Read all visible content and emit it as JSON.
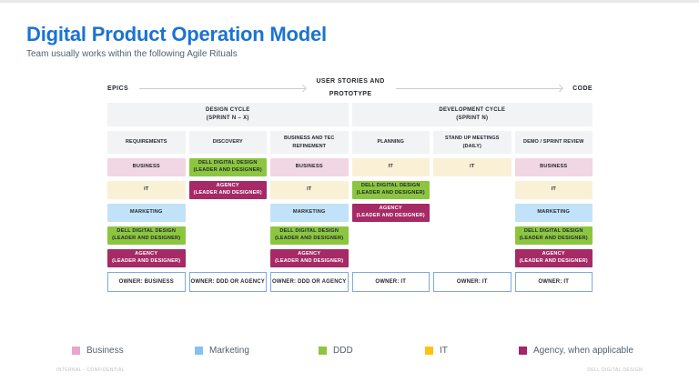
{
  "page": {
    "title": "Digital Product Operation Model",
    "subtitle": "Team usually works within the following Agile Rituals",
    "footer_left": "INTERNAL - CONFIDENTIAL",
    "footer_right": "DELL DIGITAL DESIGN"
  },
  "flow": {
    "start_label": "EPICS",
    "middle_label": "USER STORIES AND\nPROTOTYPE",
    "end_label": "CODE"
  },
  "matrix": {
    "bands": [
      {
        "label": "DESIGN CYCLE\n(SPRINT N – X)"
      },
      {
        "label": "DEVELOPMENT CYCLE\n(SPRINT N)"
      }
    ],
    "column_headers": [
      "REQUIREMENTS",
      "DISCOVERY",
      "BUSINESS AND TEC REFINEMENT",
      "PLANNING",
      "STAND UP MEETINGS\n(DAILY)",
      "DEMO / SPRINT REVIEW"
    ],
    "rows": [
      {
        "cells": [
          {
            "label": "BUSINESS",
            "type": "business"
          },
          {
            "label": "DELL DIGITAL DESIGN\n(LEADER AND DESIGNER)",
            "type": "ddd"
          },
          {
            "label": "BUSINESS",
            "type": "business"
          },
          {
            "label": "IT",
            "type": "it"
          },
          {
            "label": "IT",
            "type": "it"
          },
          {
            "label": "BUSINESS",
            "type": "business"
          }
        ]
      },
      {
        "cells": [
          {
            "label": "IT",
            "type": "it"
          },
          {
            "label": "AGENCY\n(LEADER AND DESIGNER)",
            "type": "agency"
          },
          {
            "label": "IT",
            "type": "it"
          },
          {
            "label": "DELL DIGITAL DESIGN\n(LEADER AND DESIGNER)",
            "type": "ddd"
          },
          {
            "label": "",
            "type": "empty"
          },
          {
            "label": "IT",
            "type": "it"
          }
        ]
      },
      {
        "cells": [
          {
            "label": "MARKETING",
            "type": "marketing"
          },
          {
            "label": "",
            "type": "empty"
          },
          {
            "label": "MARKETING",
            "type": "marketing"
          },
          {
            "label": "AGENCY\n(LEADER AND DESIGNER)",
            "type": "agency"
          },
          {
            "label": "",
            "type": "empty"
          },
          {
            "label": "MARKETING",
            "type": "marketing"
          }
        ]
      },
      {
        "cells": [
          {
            "label": "DELL DIGITAL DESIGN\n(LEADER AND DESIGNER)",
            "type": "ddd"
          },
          {
            "label": "",
            "type": "empty"
          },
          {
            "label": "DELL DIGITAL DESIGN\n(LEADER AND DESIGNER)",
            "type": "ddd"
          },
          {
            "label": "",
            "type": "empty"
          },
          {
            "label": "",
            "type": "empty"
          },
          {
            "label": "DELL DIGITAL DESIGN\n(LEADER AND DESIGNER)",
            "type": "ddd"
          }
        ]
      },
      {
        "cells": [
          {
            "label": "AGENCY\n(LEADER AND DESIGNER)",
            "type": "agency"
          },
          {
            "label": "",
            "type": "empty"
          },
          {
            "label": "AGENCY\n(LEADER AND DESIGNER)",
            "type": "agency"
          },
          {
            "label": "",
            "type": "empty"
          },
          {
            "label": "",
            "type": "empty"
          },
          {
            "label": "AGENCY\n(LEADER AND DESIGNER)",
            "type": "agency"
          }
        ]
      }
    ],
    "owners": [
      "OWNER: BUSINESS",
      "OWNER: DDD OR AGENCY",
      "OWNER: DDD OR AGENCY",
      "OWNER: IT",
      "OWNER: IT",
      "OWNER: IT"
    ]
  },
  "legend": {
    "items": [
      {
        "label": "Business",
        "color": "#E7A6CA"
      },
      {
        "label": "Marketing",
        "color": "#83C2F2"
      },
      {
        "label": "DDD",
        "color": "#8CC640"
      },
      {
        "label": "IT",
        "color": "#FFC20E"
      },
      {
        "label": "Agency, when applicable",
        "color": "#A5256B"
      }
    ]
  },
  "colors": {
    "title": "#1B73D2",
    "subtitle_text": "#52606D",
    "cell_text": "#23282E",
    "header_bg": "#F2F3F5",
    "business": "#F1D6E3",
    "it": "#FAF0D6",
    "marketing": "#C2E2F9",
    "ddd": "#8CC640",
    "agency": "#A52A66",
    "owner_border": "#7FA9DE",
    "arrow": "#C9CCD0",
    "footer_text": "#B9BDC2"
  }
}
